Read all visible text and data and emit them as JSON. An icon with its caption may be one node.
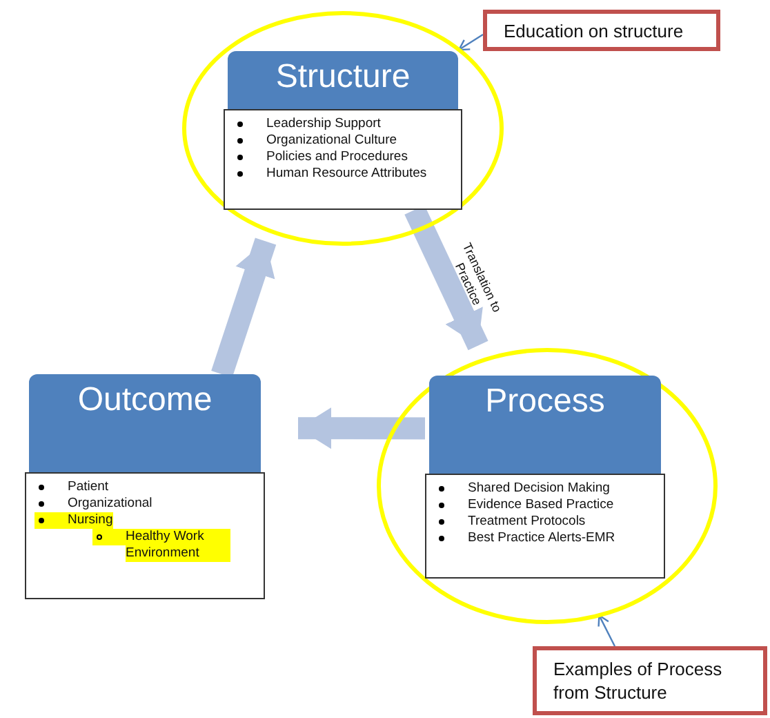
{
  "diagram": {
    "nodes": [
      {
        "text": [],
        "shape": "circle"
      },
      {
        "text": [
          "Structure",
          "Leadership Support",
          "Organizational Culture",
          "Policies and Procedures",
          "Human Resource Attributes"
        ],
        "in": 0
      },
      {
        "text": [
          "Outcome",
          "Patient",
          "Organizational",
          "Nursing",
          "Healthy Work Environment"
        ]
      },
      {
        "text": [],
        "shape": "circle"
      },
      {
        "text": [
          "Process",
          "Shared Decision Making",
          "Evidence Based Practice",
          "Treatment Protocols",
          "Best Practice Alerts-EMR"
        ],
        "in": 3
      },
      {
        "text": [
          "Education on structure"
        ]
      },
      {
        "text": [
          "Examples of Process from Structure"
        ]
      }
    ],
    "edges": [
      {
        "from": 5,
        "to": 0,
        "arrow": "to",
        "color": "#4f81bd"
      },
      {
        "from": 6,
        "to": 3,
        "arrow": "to",
        "color": "#4f81bd"
      },
      {
        "from": 1,
        "to": 4,
        "arrow": "to",
        "label": "Translation to Practice"
      },
      {
        "from": 4,
        "to": 2,
        "arrow": "to"
      },
      {
        "from": 2,
        "to": 1,
        "arrow": "to"
      }
    ]
  }
}
